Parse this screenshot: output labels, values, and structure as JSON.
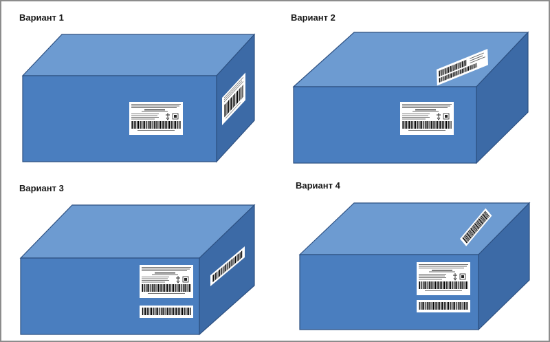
{
  "variants": [
    {
      "title": "Вариант 1"
    },
    {
      "title": "Вариант 2"
    },
    {
      "title": "Вариант 3"
    },
    {
      "title": "Вариант 4"
    }
  ],
  "colors": {
    "box_front": "#4a7ebf",
    "box_top": "#6d9bd1",
    "box_side": "#3c6aa6",
    "box_edge": "#2c4f80",
    "label_bg": "#ffffff",
    "frame": "#8c8c8c"
  }
}
